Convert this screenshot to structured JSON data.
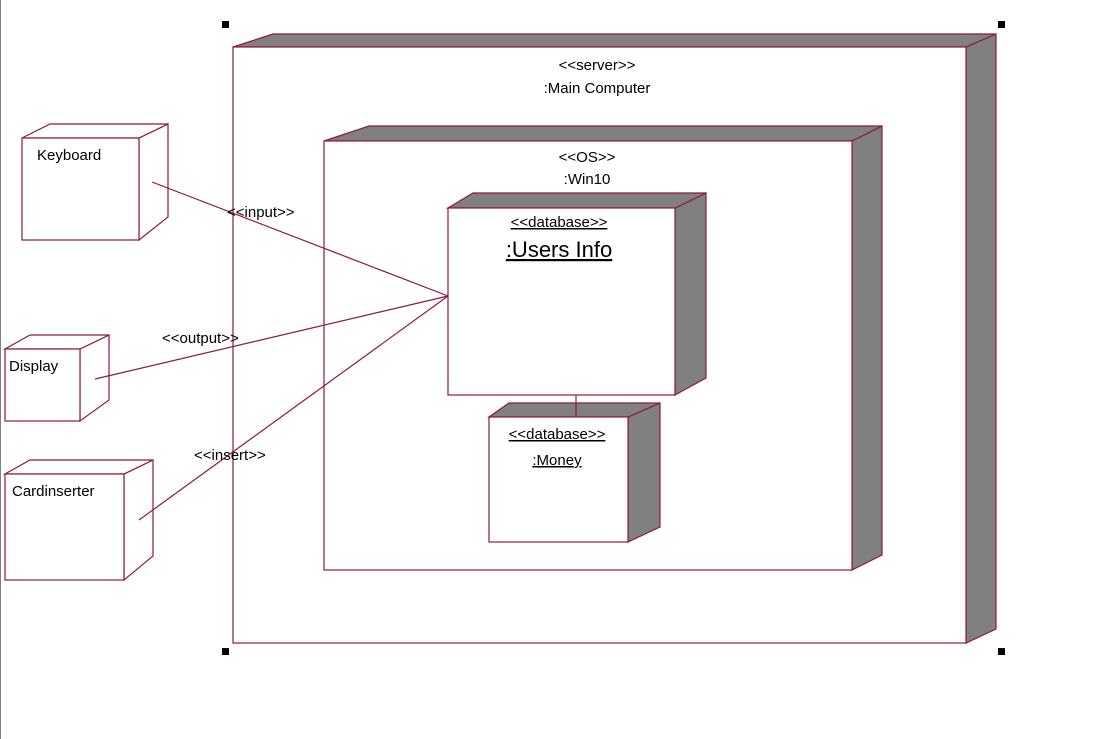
{
  "diagram": {
    "nodes": {
      "main_computer": {
        "stereotype": "<<server>>",
        "name": ":Main Computer"
      },
      "win10": {
        "stereotype": "<<OS>>",
        "name": ":Win10"
      },
      "users_info": {
        "stereotype": "<<database>>",
        "name": ":Users Info"
      },
      "money": {
        "stereotype": "<<database>>",
        "name": ":Money"
      },
      "keyboard": {
        "name": "Keyboard"
      },
      "display": {
        "name": "Display"
      },
      "cardinserter": {
        "name": "Cardinserter"
      }
    },
    "connections": [
      {
        "from": "Keyboard",
        "to": ":Users Info",
        "label": "<<input>>"
      },
      {
        "from": "Display",
        "to": ":Users Info",
        "label": "<<output>>"
      },
      {
        "from": "Cardinserter",
        "to": ":Users Info",
        "label": "<<insert>>"
      },
      {
        "from": ":Users Info",
        "to": ":Money",
        "label": ""
      }
    ]
  },
  "colors": {
    "node_border": "#8b1a3c",
    "node_shadow": "#808080",
    "node_fill": "#ffffff",
    "selection_handle": "#000000",
    "canvas_frame": "#7f7f7f"
  }
}
